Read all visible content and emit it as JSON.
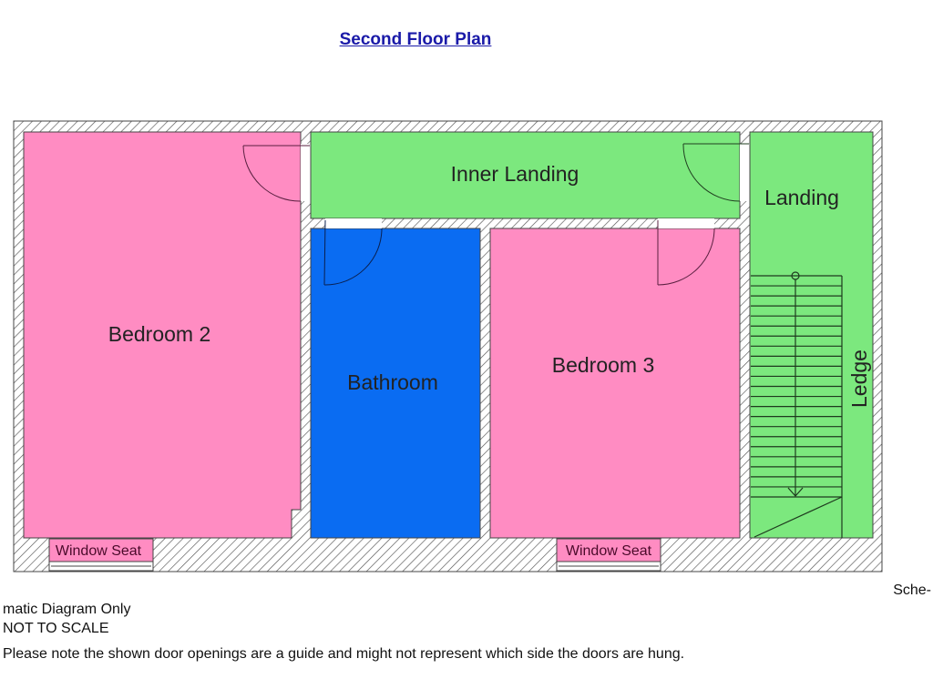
{
  "title": "Second Floor Plan",
  "colors": {
    "bedroom": "#ff8cc2",
    "landing": "#7ce87e",
    "bathroom": "#0a6cf2",
    "wall_line": "#444444",
    "title": "#1a1aa8"
  },
  "rooms": {
    "bedroom2": "Bedroom 2",
    "inner_landing": "Inner Landing",
    "landing": "Landing",
    "bathroom": "Bathroom",
    "bedroom3": "Bedroom 3",
    "ledge": "Ledge",
    "window_seat_1": "Window Seat",
    "window_seat_2": "Window Seat"
  },
  "notes": {
    "schematic_part1": "Sche-",
    "schematic_part2": "matic Diagram Only",
    "scale": "NOT TO SCALE",
    "disclaimer": "Please note the shown door openings are a guide and might not represent which side the doors are hung."
  }
}
